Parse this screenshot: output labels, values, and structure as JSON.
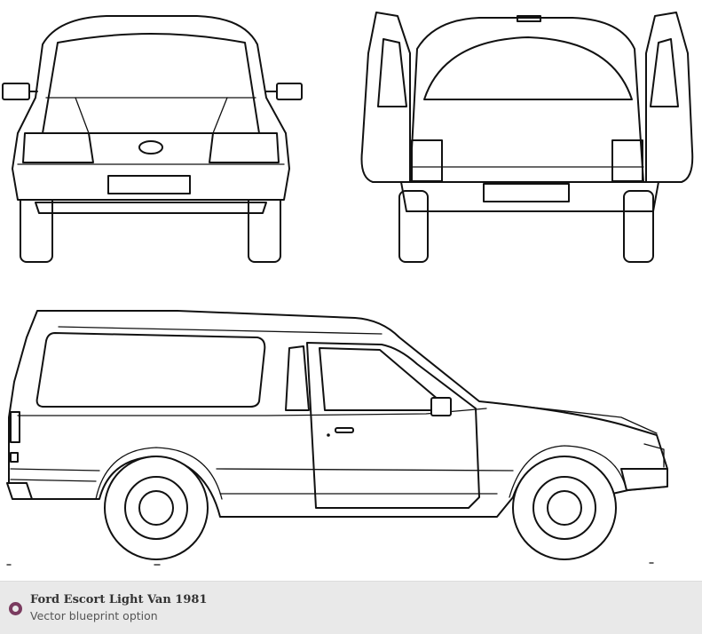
{
  "caption": {
    "title": "Ford Escort Light Van 1981",
    "subtitle": "Vector blueprint option",
    "accent_color": "#7a3b5f",
    "bullet_icon": "circle-bullet-icon"
  },
  "views": [
    "front-view",
    "rear-view-doors-open",
    "side-view"
  ]
}
